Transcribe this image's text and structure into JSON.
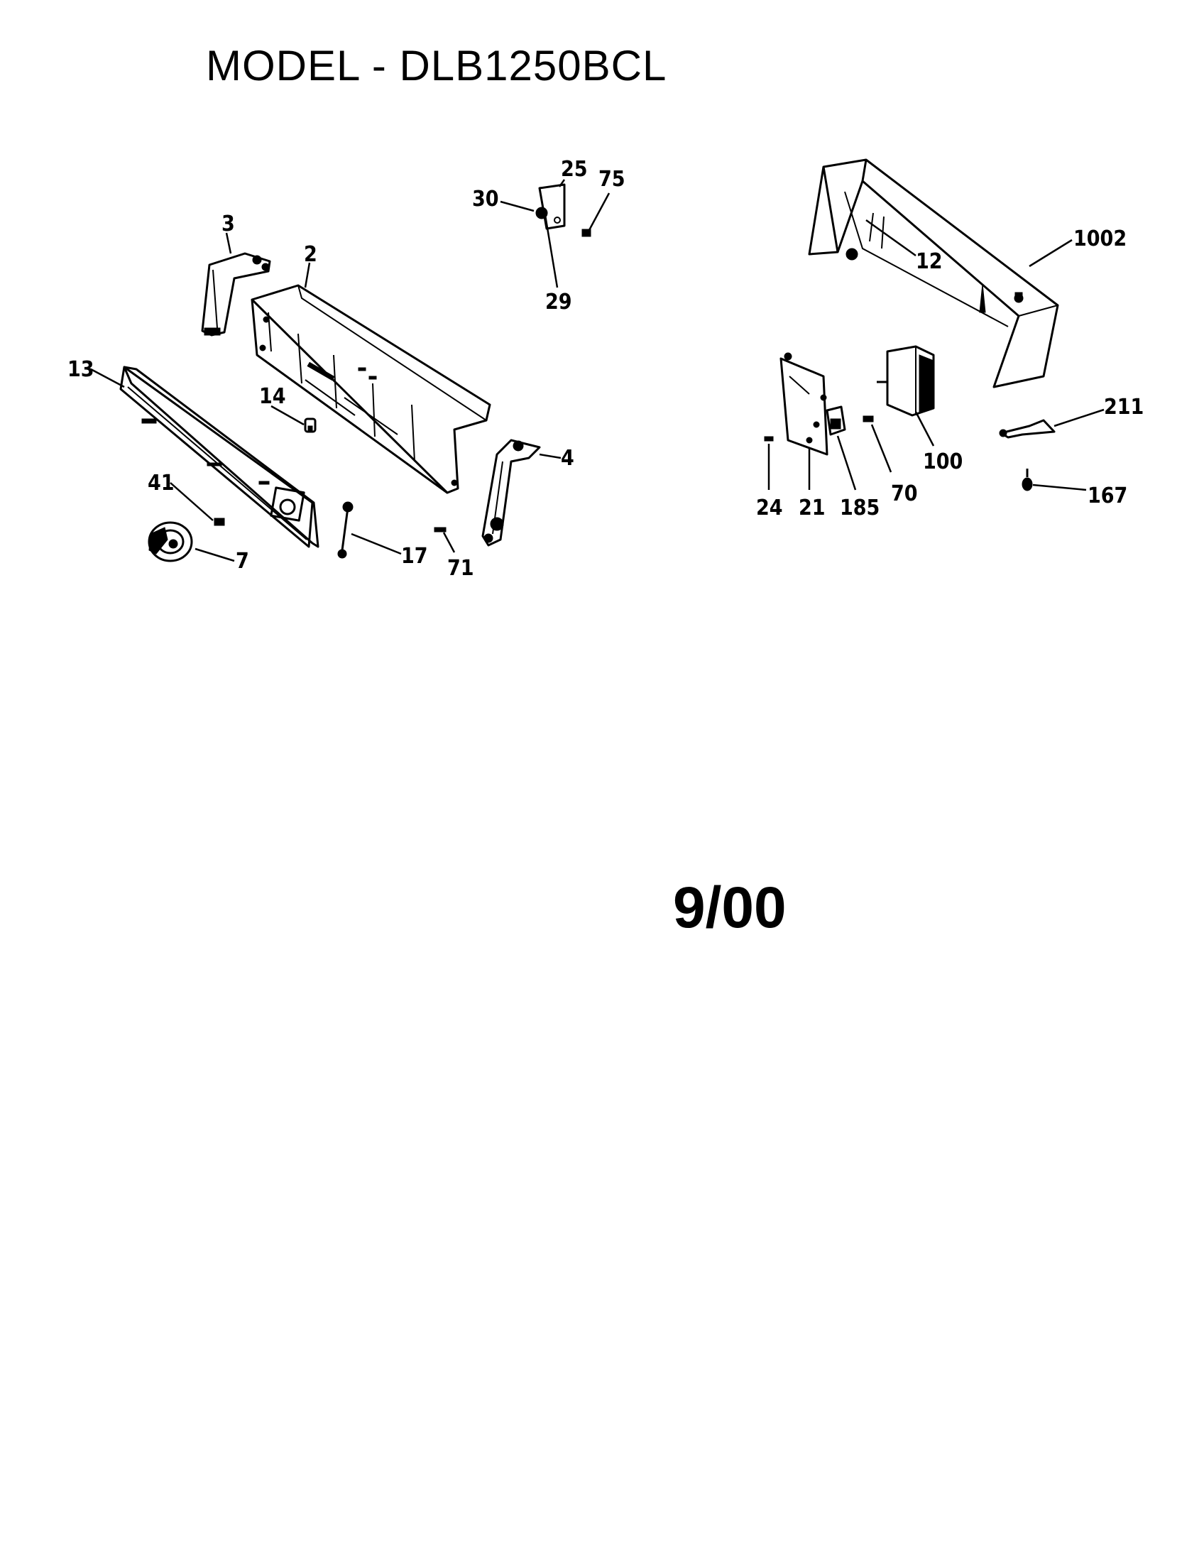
{
  "header": {
    "model": "MODEL - DLB1250BCL"
  },
  "footer": {
    "date": "9/00"
  },
  "callouts": {
    "c3": "3",
    "c2": "2",
    "c25": "25",
    "c75": "75",
    "c30": "30",
    "c29": "29",
    "c13": "13",
    "c14": "14",
    "c4": "4",
    "c41": "41",
    "c7": "7",
    "c17": "17",
    "c71": "71",
    "c1002": "1002",
    "c12": "12",
    "c211": "211",
    "c100": "100",
    "c70": "70",
    "c185": "185",
    "c21": "21",
    "c24": "24",
    "c167": "167"
  }
}
